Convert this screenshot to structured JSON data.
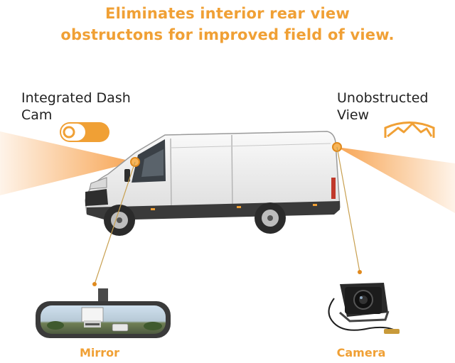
{
  "headline": {
    "line1": "Eliminates interior rear view",
    "line2": "obstructons for improved field of view."
  },
  "features": {
    "dash_cam": {
      "line1": "Integrated Dash",
      "line2": "Cam",
      "icon": "dash-cam-toggle-icon"
    },
    "unobstructed_view": {
      "line1": "Unobstructed",
      "line2": "View",
      "icon": "mountain-view-icon"
    }
  },
  "products": {
    "mirror": {
      "caption": "Mirror"
    },
    "camera": {
      "caption": "Camera"
    }
  },
  "colors": {
    "accent": "#F0A035",
    "beam": "#F7A04A",
    "text": "#222222",
    "van_body": "#F2F2F2",
    "van_trim": "#3A3A3A"
  }
}
